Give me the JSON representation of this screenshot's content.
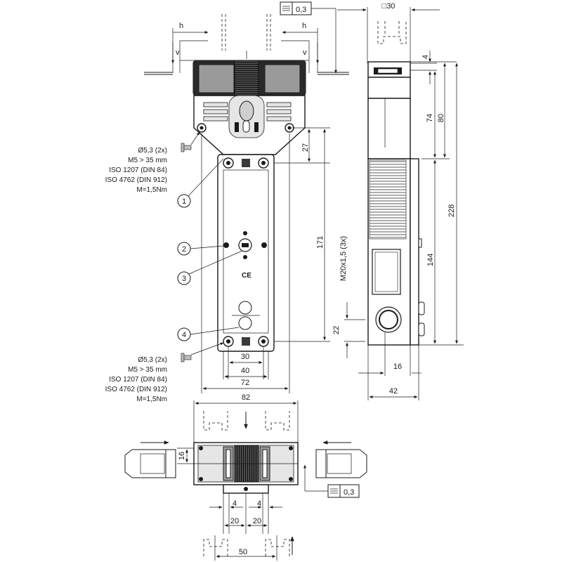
{
  "front_view": {
    "label_h_left": "h",
    "label_v_left": "v",
    "label_h_right": "h",
    "label_v_right": "v",
    "tolerance_flatness": "0,3",
    "dim_27": "27",
    "dim_171": "171",
    "dim_22": "22",
    "dim_30": "30",
    "dim_40": "40",
    "dim_72": "72",
    "thread_label": "M20x1,5 (3x)",
    "ce_mark": "CE",
    "screw_note_top": [
      "Ø5,3 (2x)",
      "M5 > 35 mm",
      "ISO 1207 (DIN 84)",
      "ISO 4762 (DIN 912)",
      "M=1,5Nm"
    ],
    "screw_note_bottom": [
      "Ø5,3 (2x)",
      "M5 > 35 mm",
      "ISO 1207 (DIN 84)",
      "ISO 4762 (DIN 912)",
      "M=1,5Nm"
    ],
    "callouts": [
      "1",
      "2",
      "3",
      "4"
    ]
  },
  "side_view": {
    "dim_square_30": "□30",
    "dim_4": "4",
    "dim_74": "74",
    "dim_80": "80",
    "dim_228": "228",
    "dim_144": "144",
    "dim_16": "16",
    "dim_42": "42"
  },
  "top_view": {
    "dim_82": "82",
    "dim_16": "16",
    "tolerance_flatness": "0,3",
    "dim_4_left": "4",
    "dim_4_right": "4",
    "dim_20_left": "20",
    "dim_20_right": "20",
    "dim_50": "50"
  }
}
